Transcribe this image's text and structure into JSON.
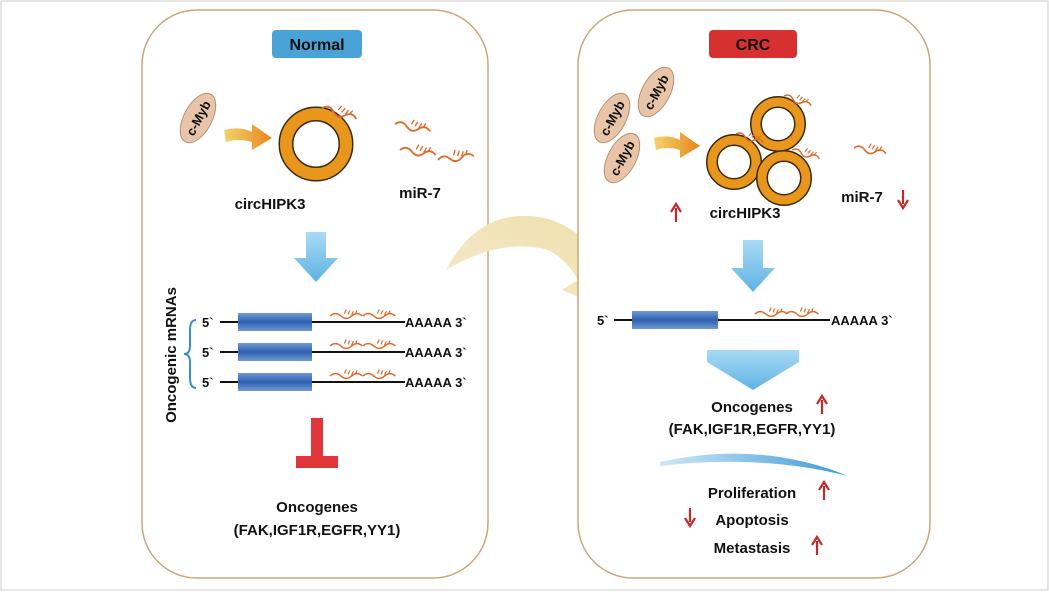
{
  "colors": {
    "normal_badge": "#4aa3d6",
    "crc_badge": "#d63031",
    "ring": "#e8961c",
    "mirna": "#e06a2a",
    "myb_fill": "#e8c4a8",
    "arrow_blue": "#8ccbef",
    "inhibit": "#e0363a",
    "panel_border": "#c8a878",
    "up_down_arrow": "#c62828"
  },
  "left_panel": {
    "title": "Normal",
    "myb_label": "c-Myb",
    "circ_label": "circHIPK3",
    "mir_label": "miR-7",
    "side_label": "Oncogenic mRNAs",
    "five_prime": [
      "5`",
      "5`",
      "5`"
    ],
    "three_prime": [
      "AAAAA 3`",
      "AAAAA 3`",
      "AAAAA 3`"
    ],
    "oncogenes_title": "Oncogenes",
    "oncogenes_list": "(FAK,IGF1R,EGFR,YY1)"
  },
  "right_panel": {
    "title": "CRC",
    "myb_labels": [
      "c-Myb",
      "c-Myb",
      "c-Myb"
    ],
    "circ_label": "circHIPK3",
    "mir_label": "miR-7",
    "five_prime": "5`",
    "three_prime": "AAAAA 3`",
    "oncogenes_title": "Oncogenes",
    "oncogenes_list": "(FAK,IGF1R,EGFR,YY1)",
    "outcomes": [
      "Proliferation",
      "Apoptosis",
      "Metastasis"
    ]
  },
  "icons": [
    "myb-ellipse-icon",
    "circrna-ring-icon",
    "mirna-strand-icon",
    "blue-down-arrow-icon",
    "inhibition-bar-icon",
    "transition-arrow-icon",
    "up-arrow-icon",
    "down-arrow-icon"
  ]
}
